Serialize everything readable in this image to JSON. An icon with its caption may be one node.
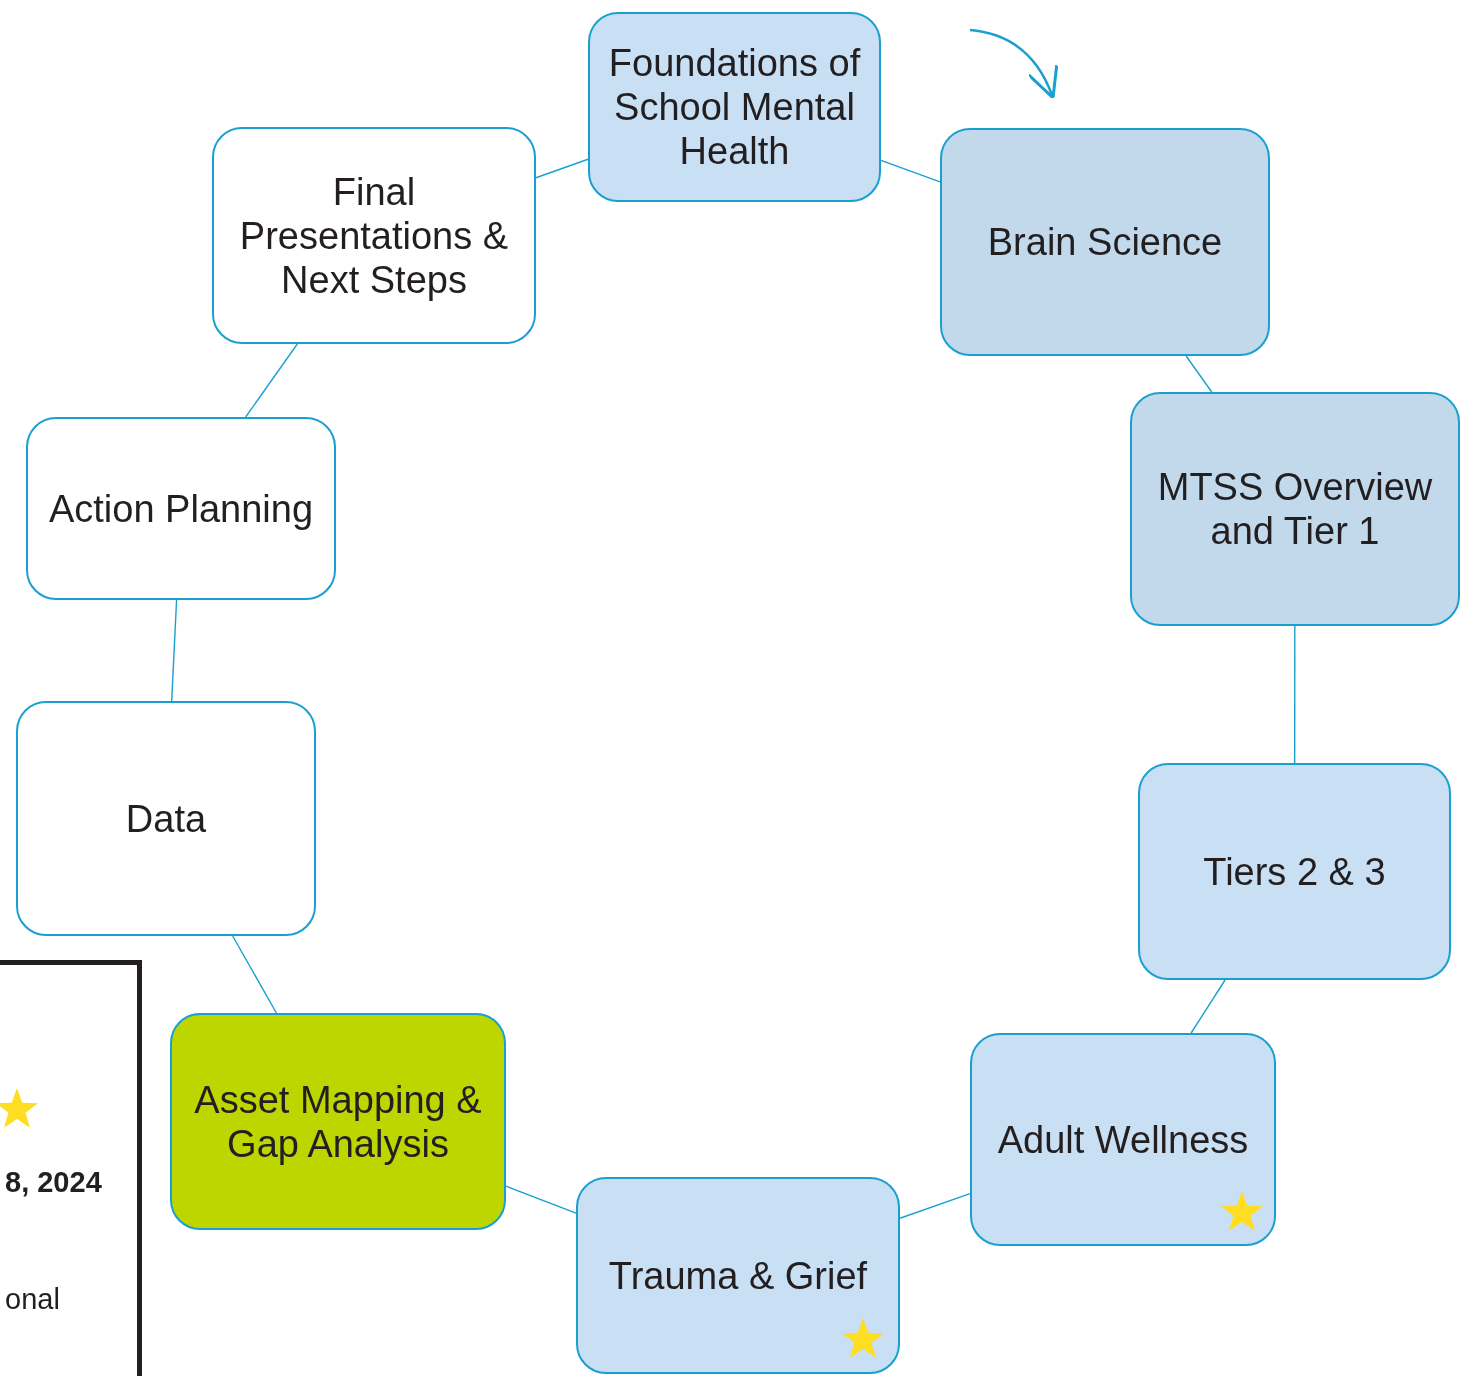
{
  "diagram": {
    "nodes": [
      {
        "text": [
          "Foundations of School Mental Health"
        ]
      },
      {
        "text": [
          "Brain Science"
        ]
      },
      {
        "text": [
          "MTSS Overview and Tier 1"
        ]
      },
      {
        "text": [
          "Tiers 2 & 3"
        ]
      },
      {
        "text": [
          "Adult Wellness"
        ]
      },
      {
        "text": [
          "Trauma & Grief"
        ]
      },
      {
        "text": [
          "Asset Mapping & Gap Analysis"
        ]
      },
      {
        "text": [
          "Data"
        ]
      },
      {
        "text": [
          "Action Planning"
        ]
      },
      {
        "text": [
          "Final Presentations & Next Steps"
        ]
      },
      {
        "text": [
          "8, 2024",
          "onal"
        ]
      }
    ],
    "edges": [
      {
        "from": 0,
        "to": 1,
        "arrow": "none"
      },
      {
        "from": 1,
        "to": 2,
        "arrow": "none"
      },
      {
        "from": 2,
        "to": 3,
        "arrow": "none"
      },
      {
        "from": 3,
        "to": 4,
        "arrow": "none"
      },
      {
        "from": 4,
        "to": 5,
        "arrow": "none"
      },
      {
        "from": 5,
        "to": 6,
        "arrow": "none"
      },
      {
        "from": 6,
        "to": 7,
        "arrow": "none"
      },
      {
        "from": 7,
        "to": 8,
        "arrow": "none"
      },
      {
        "from": 8,
        "to": 9,
        "arrow": "none"
      },
      {
        "from": 9,
        "to": 0,
        "arrow": "none"
      }
    ]
  }
}
